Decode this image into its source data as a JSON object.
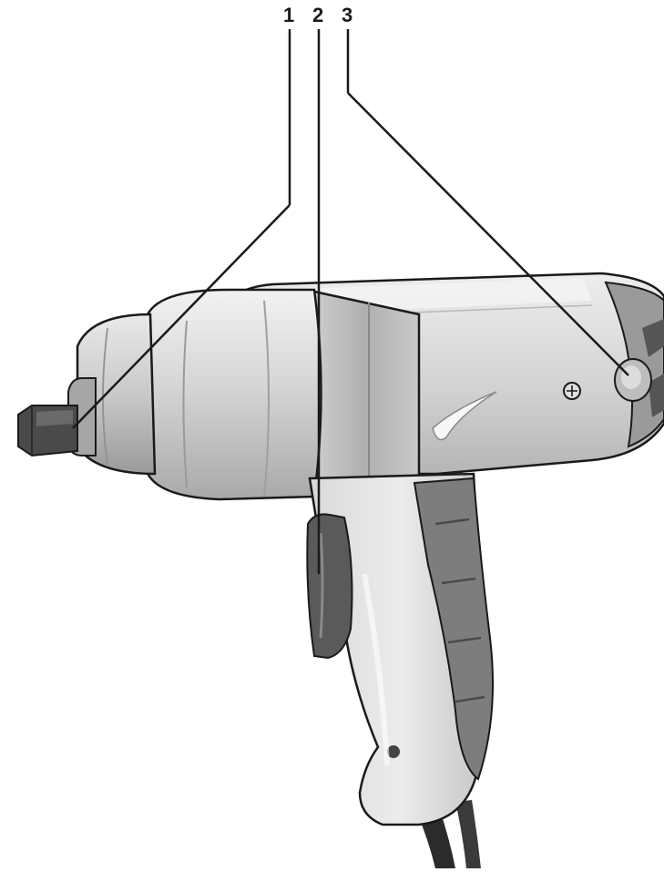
{
  "callouts": [
    {
      "label": "1"
    },
    {
      "label": "2"
    },
    {
      "label": "3"
    }
  ],
  "colors": {
    "body_light": "#e6e6e6",
    "body_mid": "#c7c7c7",
    "body_dark": "#8f8f8f",
    "grip_dark": "#7d7d7d",
    "anvil": "#4a4a4a",
    "outline": "#1a1a1a",
    "cord": "#2b2b2b"
  }
}
